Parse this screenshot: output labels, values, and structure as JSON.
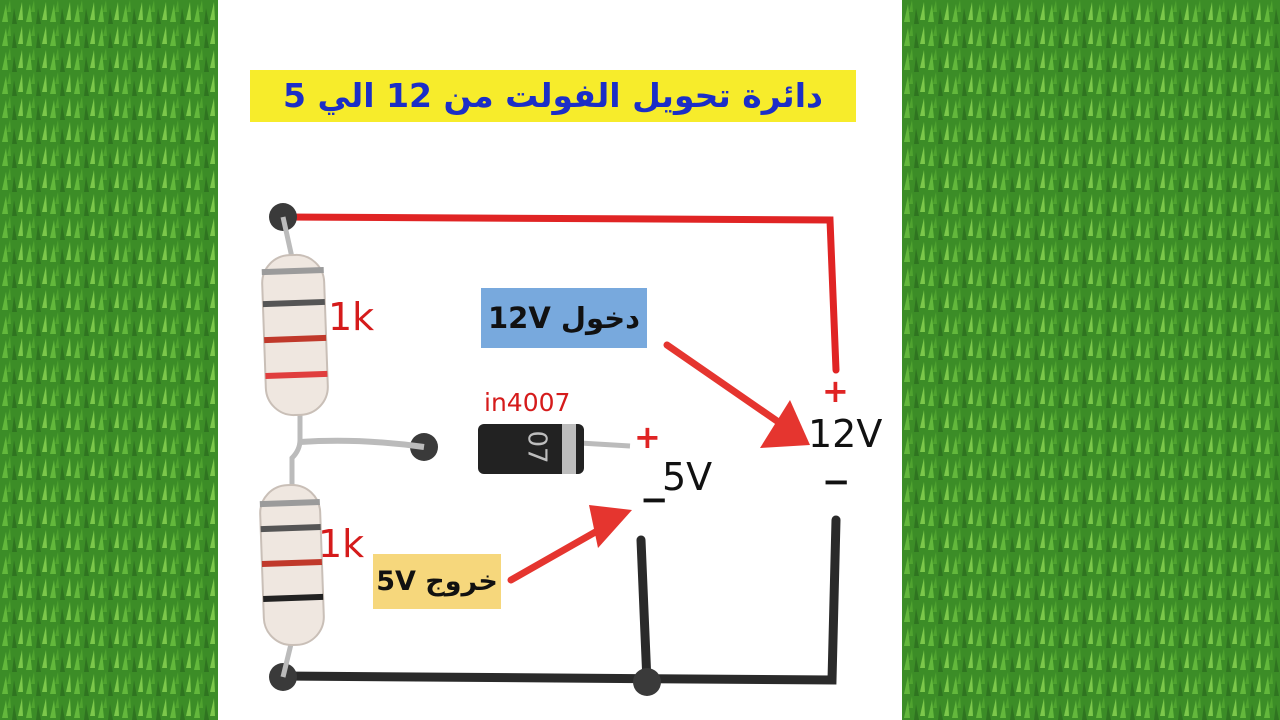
{
  "title": "دائرة تحويل الفولت من 12 الي 5",
  "input_label": "دخول 12V",
  "output_label": "خروج 5V",
  "resistor_top_value": "1k",
  "resistor_bottom_value": "1k",
  "diode_label": "in4007",
  "diode_marking": "07",
  "input_voltage": "12V",
  "output_voltage": "5V",
  "plus_sign": "+",
  "minus_sign": "−",
  "colors": {
    "title_bg": "#f7ec2b",
    "title_text": "#1b2ec7",
    "input_label_bg": "#78a9dd",
    "output_label_bg": "#f6d77c",
    "red_wire": "#e02424",
    "black_wire": "#2a2a2a",
    "grass": "#3f8f2a",
    "arrow": "#e5352f"
  }
}
